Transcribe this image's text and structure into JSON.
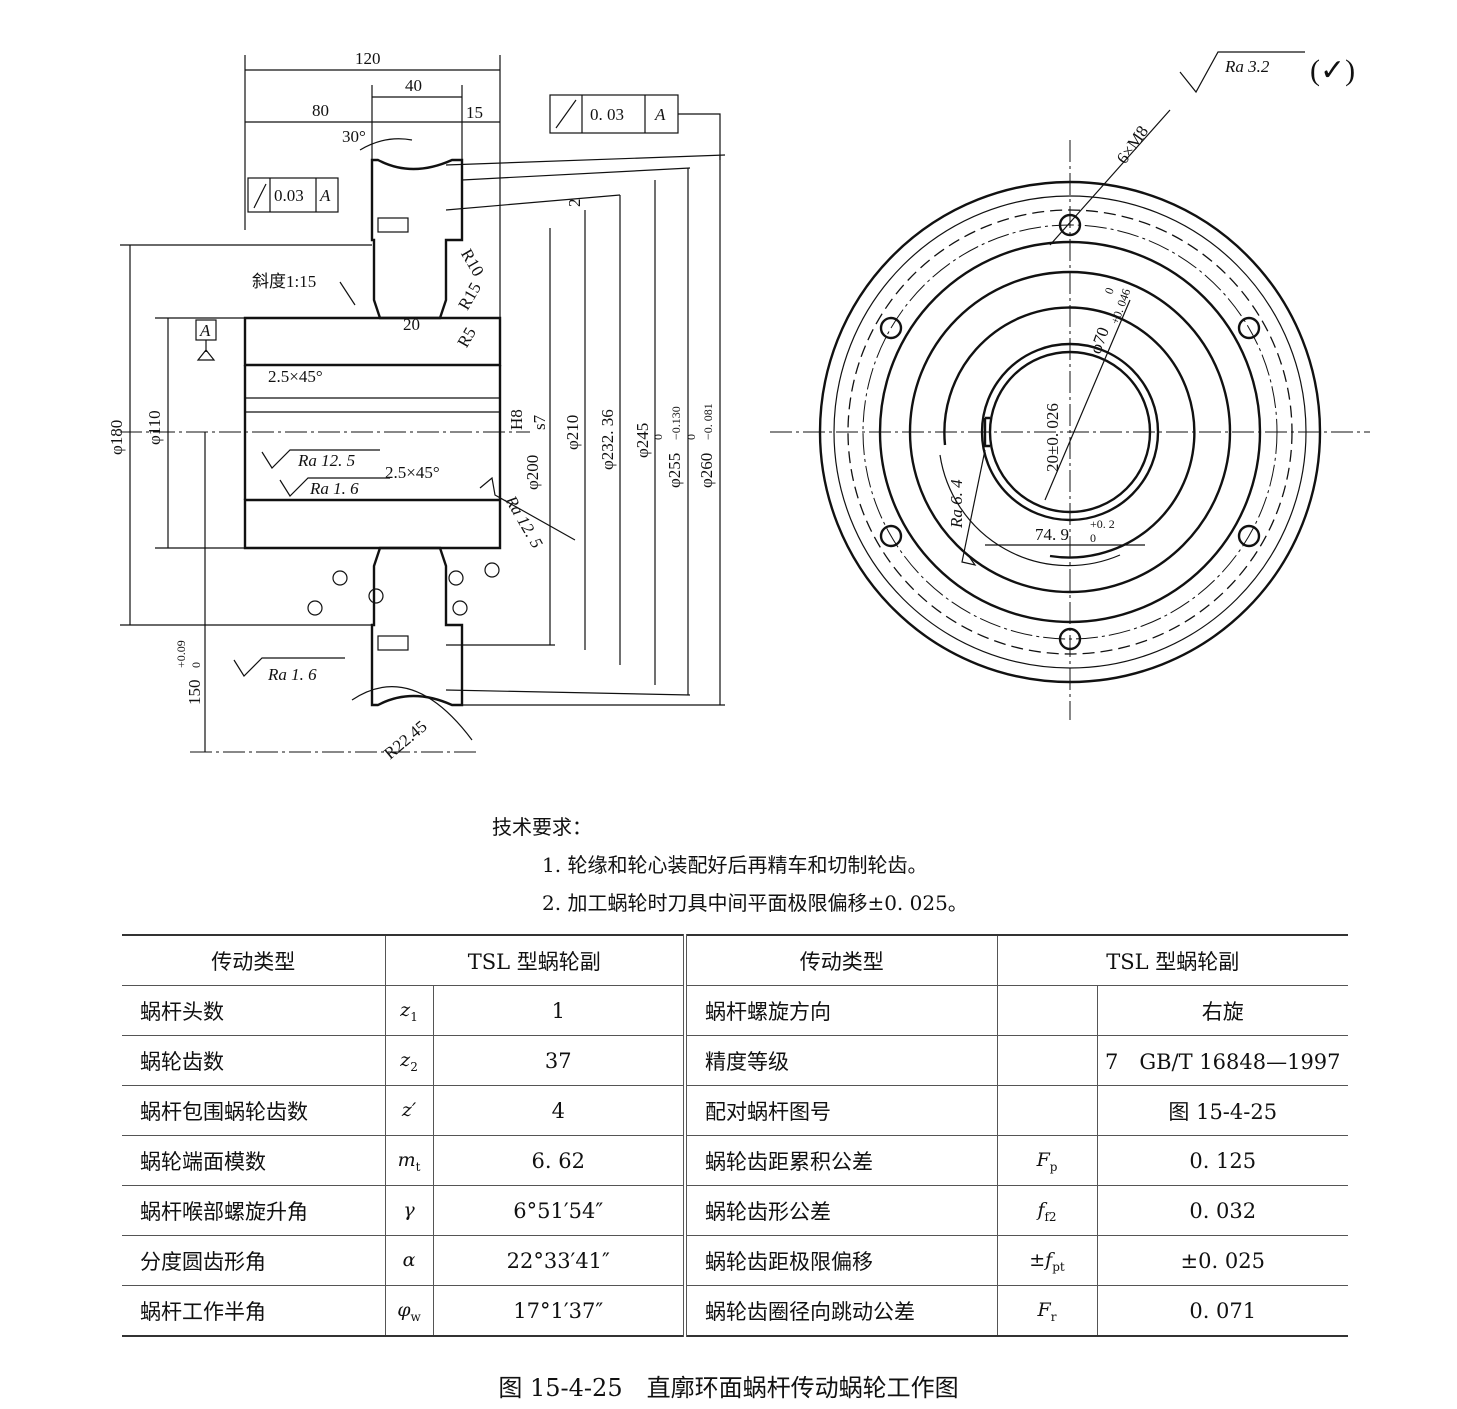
{
  "drawing": {
    "roughness_general": "Ra 3.2",
    "roughness_general_paren": "(✓)",
    "left_view": {
      "dim_120": "120",
      "dim_40": "40",
      "dim_80": "80",
      "dim_15": "15",
      "angle_30": "30°",
      "dim_2": "2",
      "r10": "R10",
      "r15": "R15",
      "r5": "R5",
      "dim_20": "20",
      "taper": "斜度1:15",
      "chamfer_top": "2.5×45°",
      "chamfer_bottom": "2.5×45°",
      "phi180": "φ180",
      "phi110": "φ110",
      "dim_150": "150",
      "dim_150_upper": "+0.09",
      "dim_150_lower": "0",
      "r22_45": "R22.45",
      "phi200": "φ200",
      "phi200_fit_hole": "H8",
      "phi200_fit_shaft": "s7",
      "phi210": "φ210",
      "phi232": "φ232. 36",
      "phi245": "φ245",
      "phi255": "φ255",
      "phi255_upper": "0",
      "phi255_lower": "−0.130",
      "phi260": "φ260",
      "phi260_upper": "0",
      "phi260_lower": "−0. 081",
      "datum": "A",
      "tol_frame_left": {
        "value": "0.03",
        "datum": "A"
      },
      "tol_frame_top": {
        "value": "0. 03",
        "datum": "A"
      },
      "ra_bore_1": "Ra  12. 5",
      "ra_bore_2": "Ra  1. 6",
      "ra_face": "Ra  12. 5",
      "ra_tooth": "Ra  1. 6"
    },
    "right_view": {
      "holes": "6×M8",
      "phi70": "φ70",
      "phi70_upper": "+0. 046",
      "phi70_lower": "0",
      "key_width": "20±0. 026",
      "key_depth": "74. 9",
      "key_depth_upper": "+0. 2",
      "key_depth_lower": "0",
      "ra_key": "Ra 6. 4"
    }
  },
  "tech_requirements": {
    "title": "技术要求：",
    "items": [
      "1. 轮缘和轮心装配好后再精车和切制轮齿。",
      "2. 加工蜗轮时刀具中间平面极限偏移±0. 025。"
    ]
  },
  "table": {
    "header": {
      "left_type": "传动类型",
      "left_value": "TSL 型蜗轮副",
      "right_type": "传动类型",
      "right_value": "TSL 型蜗轮副"
    },
    "rows": [
      {
        "l_name": "蜗杆头数",
        "l_sym": "z",
        "l_sub": "1",
        "l_val": "1",
        "r_name": "蜗杆螺旋方向",
        "r_sym": "",
        "r_sub": "",
        "r_val": "右旋"
      },
      {
        "l_name": "蜗轮齿数",
        "l_sym": "z",
        "l_sub": "2",
        "l_val": "37",
        "r_name": "精度等级",
        "r_sym": "",
        "r_sub": "",
        "r_val": "7　GB/T 16848—1997"
      },
      {
        "l_name": "蜗杆包围蜗轮齿数",
        "l_sym": "z′",
        "l_sub": "",
        "l_val": "4",
        "r_name": "配对蜗杆图号",
        "r_sym": "",
        "r_sub": "",
        "r_val": "图 15-4-25"
      },
      {
        "l_name": "蜗轮端面模数",
        "l_sym": "m",
        "l_sub": "t",
        "l_val": "6. 62",
        "r_name": "蜗轮齿距累积公差",
        "r_sym": "F",
        "r_sub": "p",
        "r_val": "0. 125"
      },
      {
        "l_name": "蜗杆喉部螺旋升角",
        "l_sym": "γ",
        "l_sub": "",
        "l_val": "6°51′54″",
        "r_name": "蜗轮齿形公差",
        "r_sym": "f",
        "r_sub": "f2",
        "r_val": "0. 032"
      },
      {
        "l_name": "分度圆齿形角",
        "l_sym": "α",
        "l_sub": "",
        "l_val": "22°33′41″",
        "r_name": "蜗轮齿距极限偏移",
        "r_sym": "±f",
        "r_sub": "pt",
        "r_val": "±0. 025"
      },
      {
        "l_name": "蜗杆工作半角",
        "l_sym": "φ",
        "l_sub": "w",
        "l_val": "17°1′37″",
        "r_name": "蜗轮齿圈径向跳动公差",
        "r_sym": "F",
        "r_sub": "r",
        "r_val": "0. 071"
      }
    ]
  },
  "caption": "图 15-4-25　直廓环面蜗杆传动蜗轮工作图"
}
